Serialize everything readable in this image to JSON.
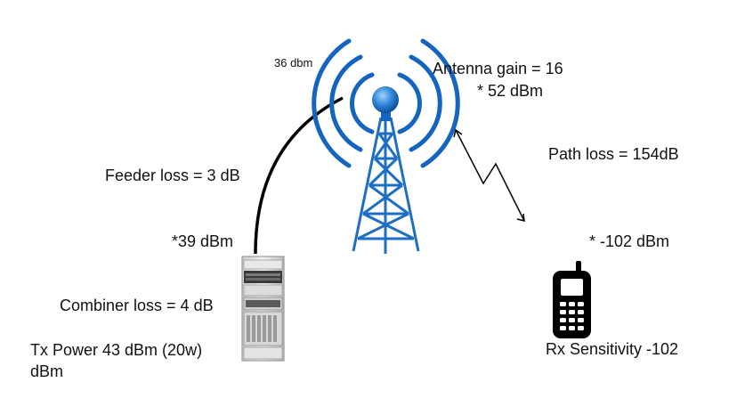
{
  "labels": {
    "tower_power": "36 dbm",
    "antenna_gain": "Antenna gain = 16",
    "antenna_output": "* 52 dBm",
    "path_loss": "Path loss = 154dB",
    "received_power": "* -102 dBm",
    "feeder_loss": "Feeder loss = 3 dB",
    "rack_output": "*39 dBm",
    "combiner_loss": "Combiner loss = 4 dB",
    "tx_power_line1": "Tx Power 43 dBm (20w)",
    "tx_power_line2": "dBm",
    "rx_sensitivity": "Rx Sensitivity  -102"
  },
  "icons": {
    "tower": "cell-tower-icon",
    "rack": "server-rack-icon",
    "phone": "mobile-phone-icon",
    "link": "radio-link-icon"
  },
  "colors": {
    "tower_blue": "#1565c0",
    "tower_light": "#5aa8e6",
    "text": "#111111",
    "rack_gray": "#9a9a9a"
  }
}
